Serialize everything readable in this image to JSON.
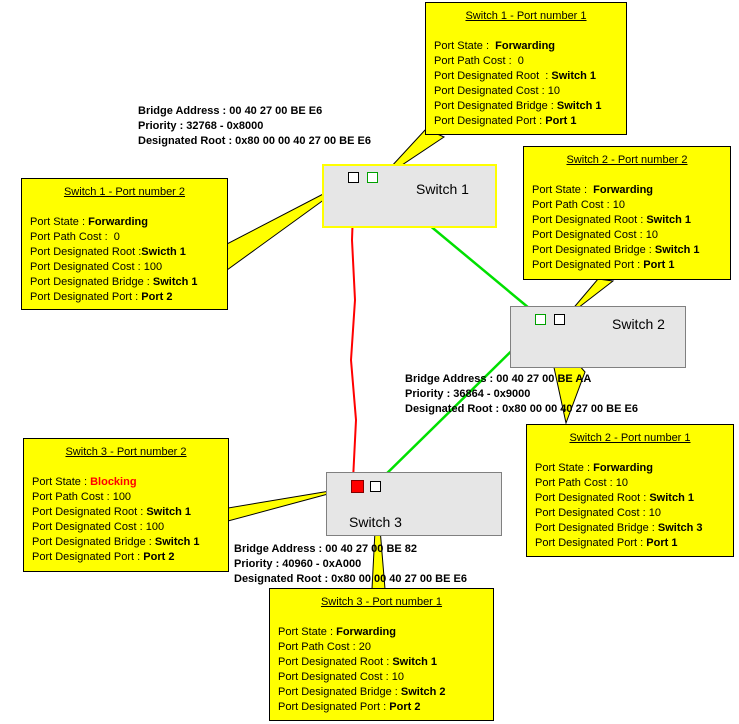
{
  "colors": {
    "callout_fill": "#ffff00",
    "switch_fill": "#e6e6e6",
    "forwarding_link": "#00e000",
    "blocking_link": "#ff0000",
    "blocking_text": "#ff0000"
  },
  "switches": {
    "s1": {
      "label": "Switch 1"
    },
    "s2": {
      "label": "Switch 2"
    },
    "s3": {
      "label": "Switch 3"
    }
  },
  "bridges": {
    "s1": {
      "line1": "Bridge Address : 00 40 27 00 BE E6",
      "line2": "Priority : 32768 - 0x8000",
      "line3": "Designated Root :  0x80 00 00 40 27 00 BE E6"
    },
    "s2": {
      "line1": "Bridge Address : 00 40 27 00 BE AA",
      "line2": "Priority : 36864 - 0x9000",
      "line3": "Designated Root :  0x80 00 00 40 27 00 BE E6"
    },
    "s3": {
      "line1": "Bridge Address : 00 40 27 00 BE 82",
      "line2": "Priority : 40960 - 0xA000",
      "line3": "Designated Root :  0x80 00 00 40 27 00 BE E6"
    }
  },
  "callouts": {
    "s1p1": {
      "title": "Switch 1 - Port number  1",
      "rows": [
        {
          "k": "Port State :  ",
          "v": "Forwarding"
        },
        {
          "k": "Port Path Cost :  0",
          "v": ""
        },
        {
          "k": "Port Designated Root  : ",
          "v": "Switch 1"
        },
        {
          "k": "Port Designated Cost : 10",
          "v": ""
        },
        {
          "k": "Port Designated Bridge : ",
          "v": "Switch 1"
        },
        {
          "k": "Port Designated Port : ",
          "v": "Port 1"
        }
      ]
    },
    "s1p2": {
      "title": "Switch 1 - Port number  2",
      "rows": [
        {
          "k": "Port State : ",
          "v": "Forwarding"
        },
        {
          "k": "Port Path Cost :  0",
          "v": ""
        },
        {
          "k": "Port Designated Root :",
          "v": "Swicth 1"
        },
        {
          "k": "Port Designated Cost : 100",
          "v": ""
        },
        {
          "k": "Port Designated Bridge : ",
          "v": "Switch 1"
        },
        {
          "k": "Port Designated Port : ",
          "v": "Port 2"
        }
      ]
    },
    "s2p2": {
      "title": "Switch 2 - Port number  2",
      "rows": [
        {
          "k": "Port State :  ",
          "v": "Forwarding"
        },
        {
          "k": "Port Path Cost : 10",
          "v": ""
        },
        {
          "k": "Port Designated Root : ",
          "v": "Switch 1"
        },
        {
          "k": "Port Designated Cost : 10",
          "v": ""
        },
        {
          "k": "Port Designated Bridge : ",
          "v": "Switch 1"
        },
        {
          "k": "Port Designated Port : ",
          "v": "Port 1"
        }
      ]
    },
    "s2p1": {
      "title": "Switch 2 - Port number 1",
      "rows": [
        {
          "k": "Port State : ",
          "v": "Forwarding"
        },
        {
          "k": "Port Path Cost : 10",
          "v": ""
        },
        {
          "k": "Port Designated Root : ",
          "v": "Switch 1"
        },
        {
          "k": "Port Designated Cost : 10",
          "v": ""
        },
        {
          "k": "Port Designated Bridge : ",
          "v": "Switch 3"
        },
        {
          "k": "Port Designated Port : ",
          "v": "Port 1"
        }
      ]
    },
    "s3p2": {
      "title": "Switch 3 - Port number  2",
      "rows": [
        {
          "k": "Port State : ",
          "v": "Blocking",
          "blocking": true
        },
        {
          "k": "Port Path Cost : 100",
          "v": ""
        },
        {
          "k": "Port Designated Root : ",
          "v": "Switch 1"
        },
        {
          "k": "Port Designated Cost : 100",
          "v": ""
        },
        {
          "k": "Port Designated Bridge : ",
          "v": "Switch 1"
        },
        {
          "k": "Port Designated Port : ",
          "v": "Port 2"
        }
      ]
    },
    "s3p1": {
      "title": "Switch 3 - Port number 1",
      "rows": [
        {
          "k": "Port State : ",
          "v": "Forwarding"
        },
        {
          "k": "Port Path Cost : 20",
          "v": ""
        },
        {
          "k": "Port Designated Root : ",
          "v": "Switch 1"
        },
        {
          "k": "Port Designated Cost : 10",
          "v": ""
        },
        {
          "k": "Port Designated Bridge : ",
          "v": "Switch 2"
        },
        {
          "k": "Port Designated Port : ",
          "v": "Port 2"
        }
      ]
    }
  }
}
